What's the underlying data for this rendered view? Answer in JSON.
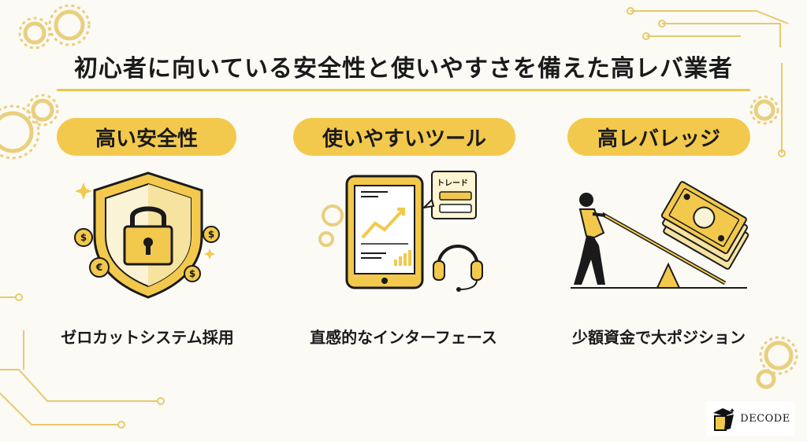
{
  "title": "初心者に向いている安全性と使いやすさを備えた高レバ業者",
  "features": [
    {
      "heading": "高い安全性",
      "caption": "ゼロカットシステム採用",
      "icon": "shield-lock-icon"
    },
    {
      "heading": "使いやすいツール",
      "caption": "直感的なインターフェース",
      "icon": "tablet-chart-icon",
      "bubble_label": "トレード"
    },
    {
      "heading": "高レバレッジ",
      "caption": "少額資金で大ポジション",
      "icon": "leverage-money-icon"
    }
  ],
  "logo": {
    "text": "DECODE"
  },
  "colors": {
    "accent": "#f2c94c",
    "accent_light": "#f7e3a0",
    "line": "#e9c54b",
    "background": "#fbfaf5",
    "text": "#1a1a1a"
  }
}
